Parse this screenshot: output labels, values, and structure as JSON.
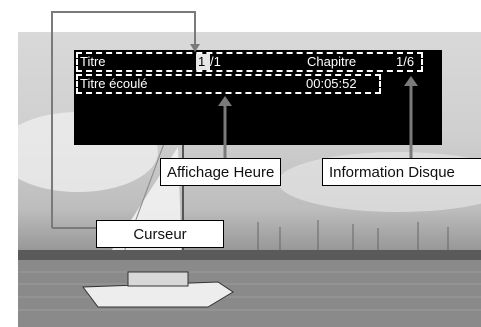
{
  "osd": {
    "title_label": "Titre",
    "title_value": "1/1",
    "title_cursor_digit": "1",
    "title_rest": "/1",
    "chapter_label": "Chapitre",
    "chapter_value": "1/6",
    "elapsed_label": "Titre écoulé",
    "elapsed_value": "00:05:52"
  },
  "callouts": {
    "time_display": "Affichage Heure",
    "disc_info": "Information Disque",
    "cursor": "Curseur"
  },
  "colors": {
    "osd_background": "#000000",
    "osd_text": "#ffffff",
    "leader_line": "#7a7a7a"
  }
}
